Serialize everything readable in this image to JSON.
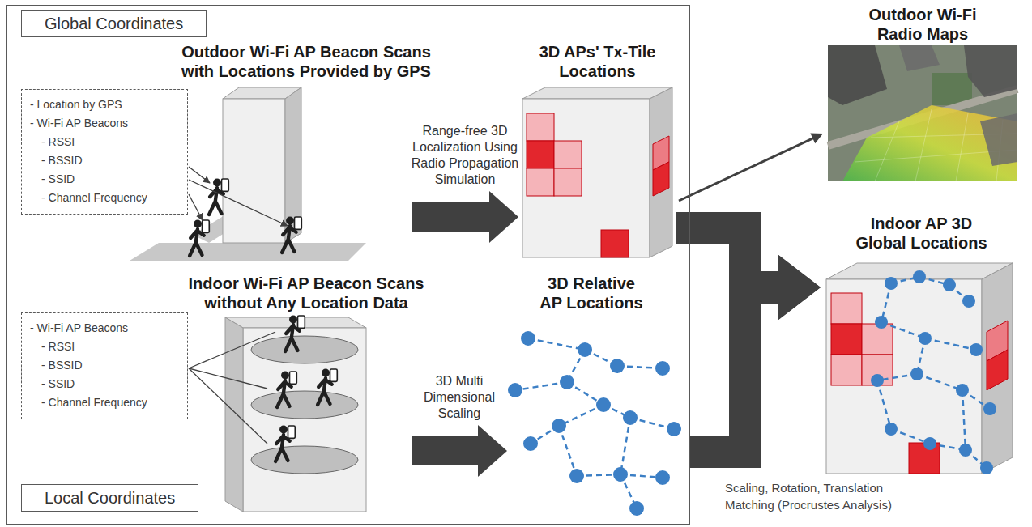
{
  "diagram": {
    "nodes": [
      {
        "text": [
          "Global Coordinates"
        ]
      },
      {
        "text": [
          "- Location by GPS",
          "- Wi-Fi AP Beacons",
          "- RSSI",
          "- BSSID",
          "- SSID",
          "- Channel Frequency"
        ],
        "in": 0
      },
      {
        "text": [
          "Outdoor Wi-Fi AP Beacon Scans with Locations Provided by GPS"
        ],
        "in": 0
      },
      {
        "text": [
          "3D APs' Tx-Tile Locations"
        ],
        "in": 0
      },
      {
        "text": [
          "Outdoor Wi-Fi Radio Maps"
        ]
      },
      {
        "text": [
          "Local Coordinates"
        ]
      },
      {
        "text": [
          "- Wi-Fi AP Beacons",
          "- RSSI",
          "- BSSID",
          "- SSID",
          "- Channel Frequency"
        ],
        "in": 5
      },
      {
        "text": [
          "Indoor Wi-Fi AP Beacon Scans without Any Location Data"
        ],
        "in": 5
      },
      {
        "text": [
          "3D Relative AP Locations"
        ],
        "in": 5
      },
      {
        "text": [
          "Indoor AP 3D Global Locations"
        ]
      }
    ],
    "edges": [
      {
        "from": 2,
        "to": 3,
        "label": "Range-free 3D Localization Using Radio Propagation Simulation",
        "arrow": "to"
      },
      {
        "from": 3,
        "to": 4,
        "arrow": "to"
      },
      {
        "from": 3,
        "to": 9,
        "arrow": "to"
      },
      {
        "from": 7,
        "to": 8,
        "label": "3D Multi Dimensional Scaling",
        "arrow": "to"
      },
      {
        "from": 8,
        "to": 9,
        "label": "Scaling, Rotation, Translation Matching (Procrustes Analysis)",
        "arrow": "to"
      }
    ]
  }
}
